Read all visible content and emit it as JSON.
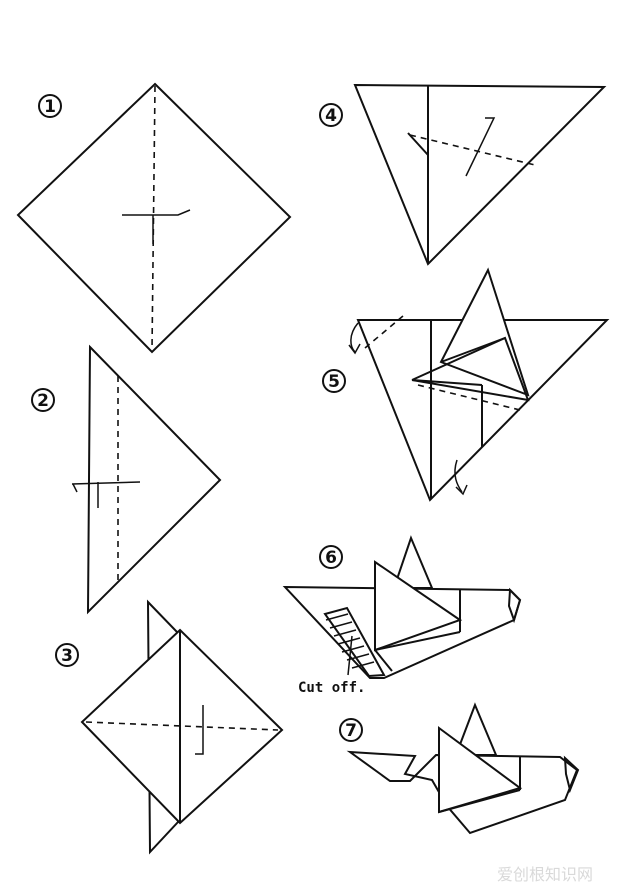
{
  "steps": [
    {
      "number": "1"
    },
    {
      "number": "2"
    },
    {
      "number": "3"
    },
    {
      "number": "4"
    },
    {
      "number": "5"
    },
    {
      "number": "6"
    },
    {
      "number": "7"
    }
  ],
  "annotations": {
    "cut_off": "Cut off."
  },
  "watermark": "爱创根知识网"
}
